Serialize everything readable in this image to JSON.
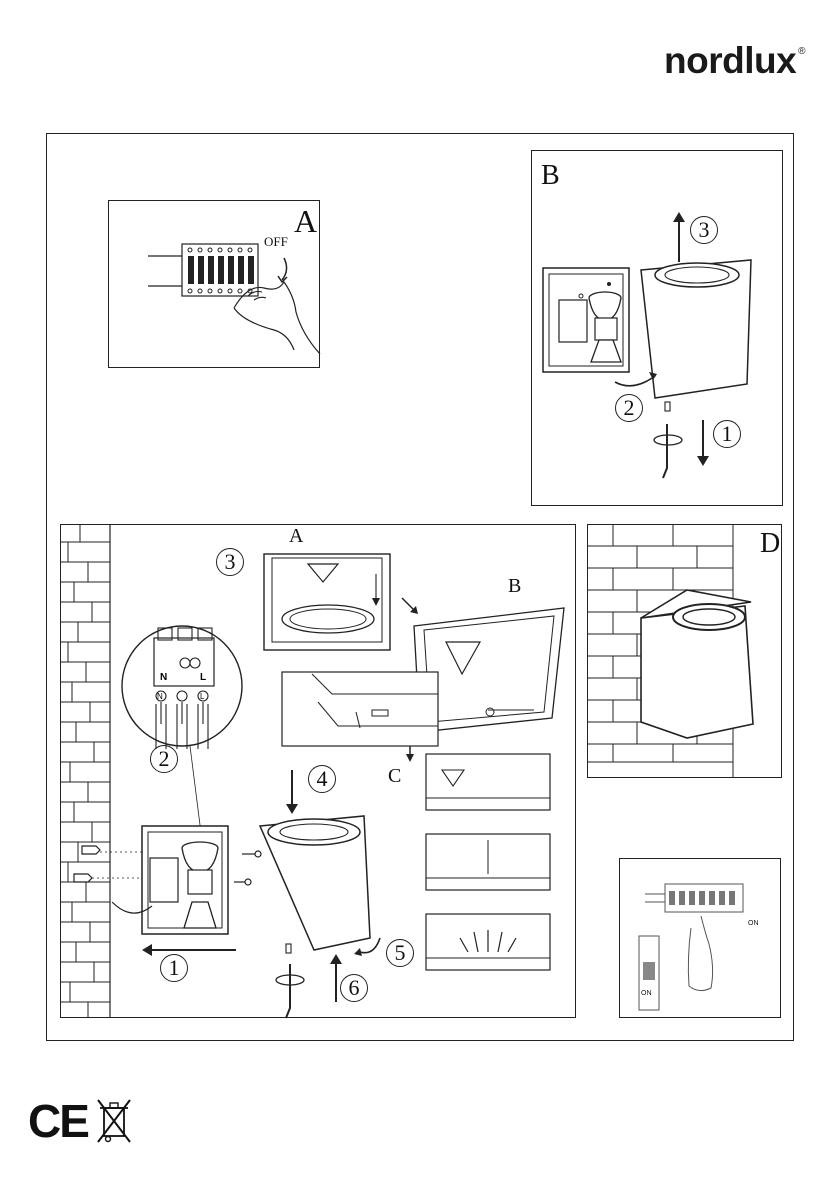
{
  "brand": {
    "name": "nordlux",
    "mark": "®"
  },
  "panels": {
    "a": {
      "letter": "A",
      "off_label": "OFF"
    },
    "b": {
      "letter": "B",
      "steps": [
        "3",
        "2",
        "1"
      ]
    },
    "c": {
      "step_numbers": [
        "3",
        "2",
        "4",
        "1",
        "5",
        "6"
      ],
      "sub_labels": [
        "A",
        "B",
        "C"
      ],
      "terminals": [
        "N",
        "L"
      ],
      "wire_labels": [
        "N",
        "L"
      ]
    },
    "d": {
      "letter": "D"
    },
    "e": {
      "on_labels": [
        "ON",
        "ON"
      ]
    }
  },
  "footer": {
    "ce_mark": "CE"
  }
}
